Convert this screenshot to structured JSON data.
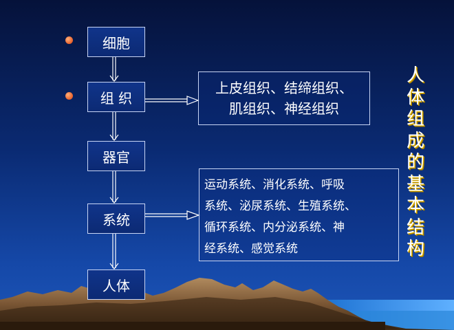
{
  "flow_nodes": [
    {
      "label": "细胞"
    },
    {
      "label": "组 织"
    },
    {
      "label": "器官"
    },
    {
      "label": "系统"
    },
    {
      "label": "人体"
    }
  ],
  "tissue_box": {
    "lines": [
      "上皮组织、结缔组织、",
      "肌组织、神经组织"
    ]
  },
  "system_box": {
    "lines": [
      "运动系统、消化系统、呼吸",
      "系统、泌尿系统、生殖系统、",
      "循环系统、内分泌系统、神",
      "经系统、感觉系统"
    ]
  },
  "vertical_title": "人体组成的基本结构",
  "colors": {
    "background_top": "#05123a",
    "background_bottom": "#1d56b8",
    "bullet": "#e8602a",
    "title_shadow": "#e0b400",
    "border": "#c9d6f5"
  }
}
